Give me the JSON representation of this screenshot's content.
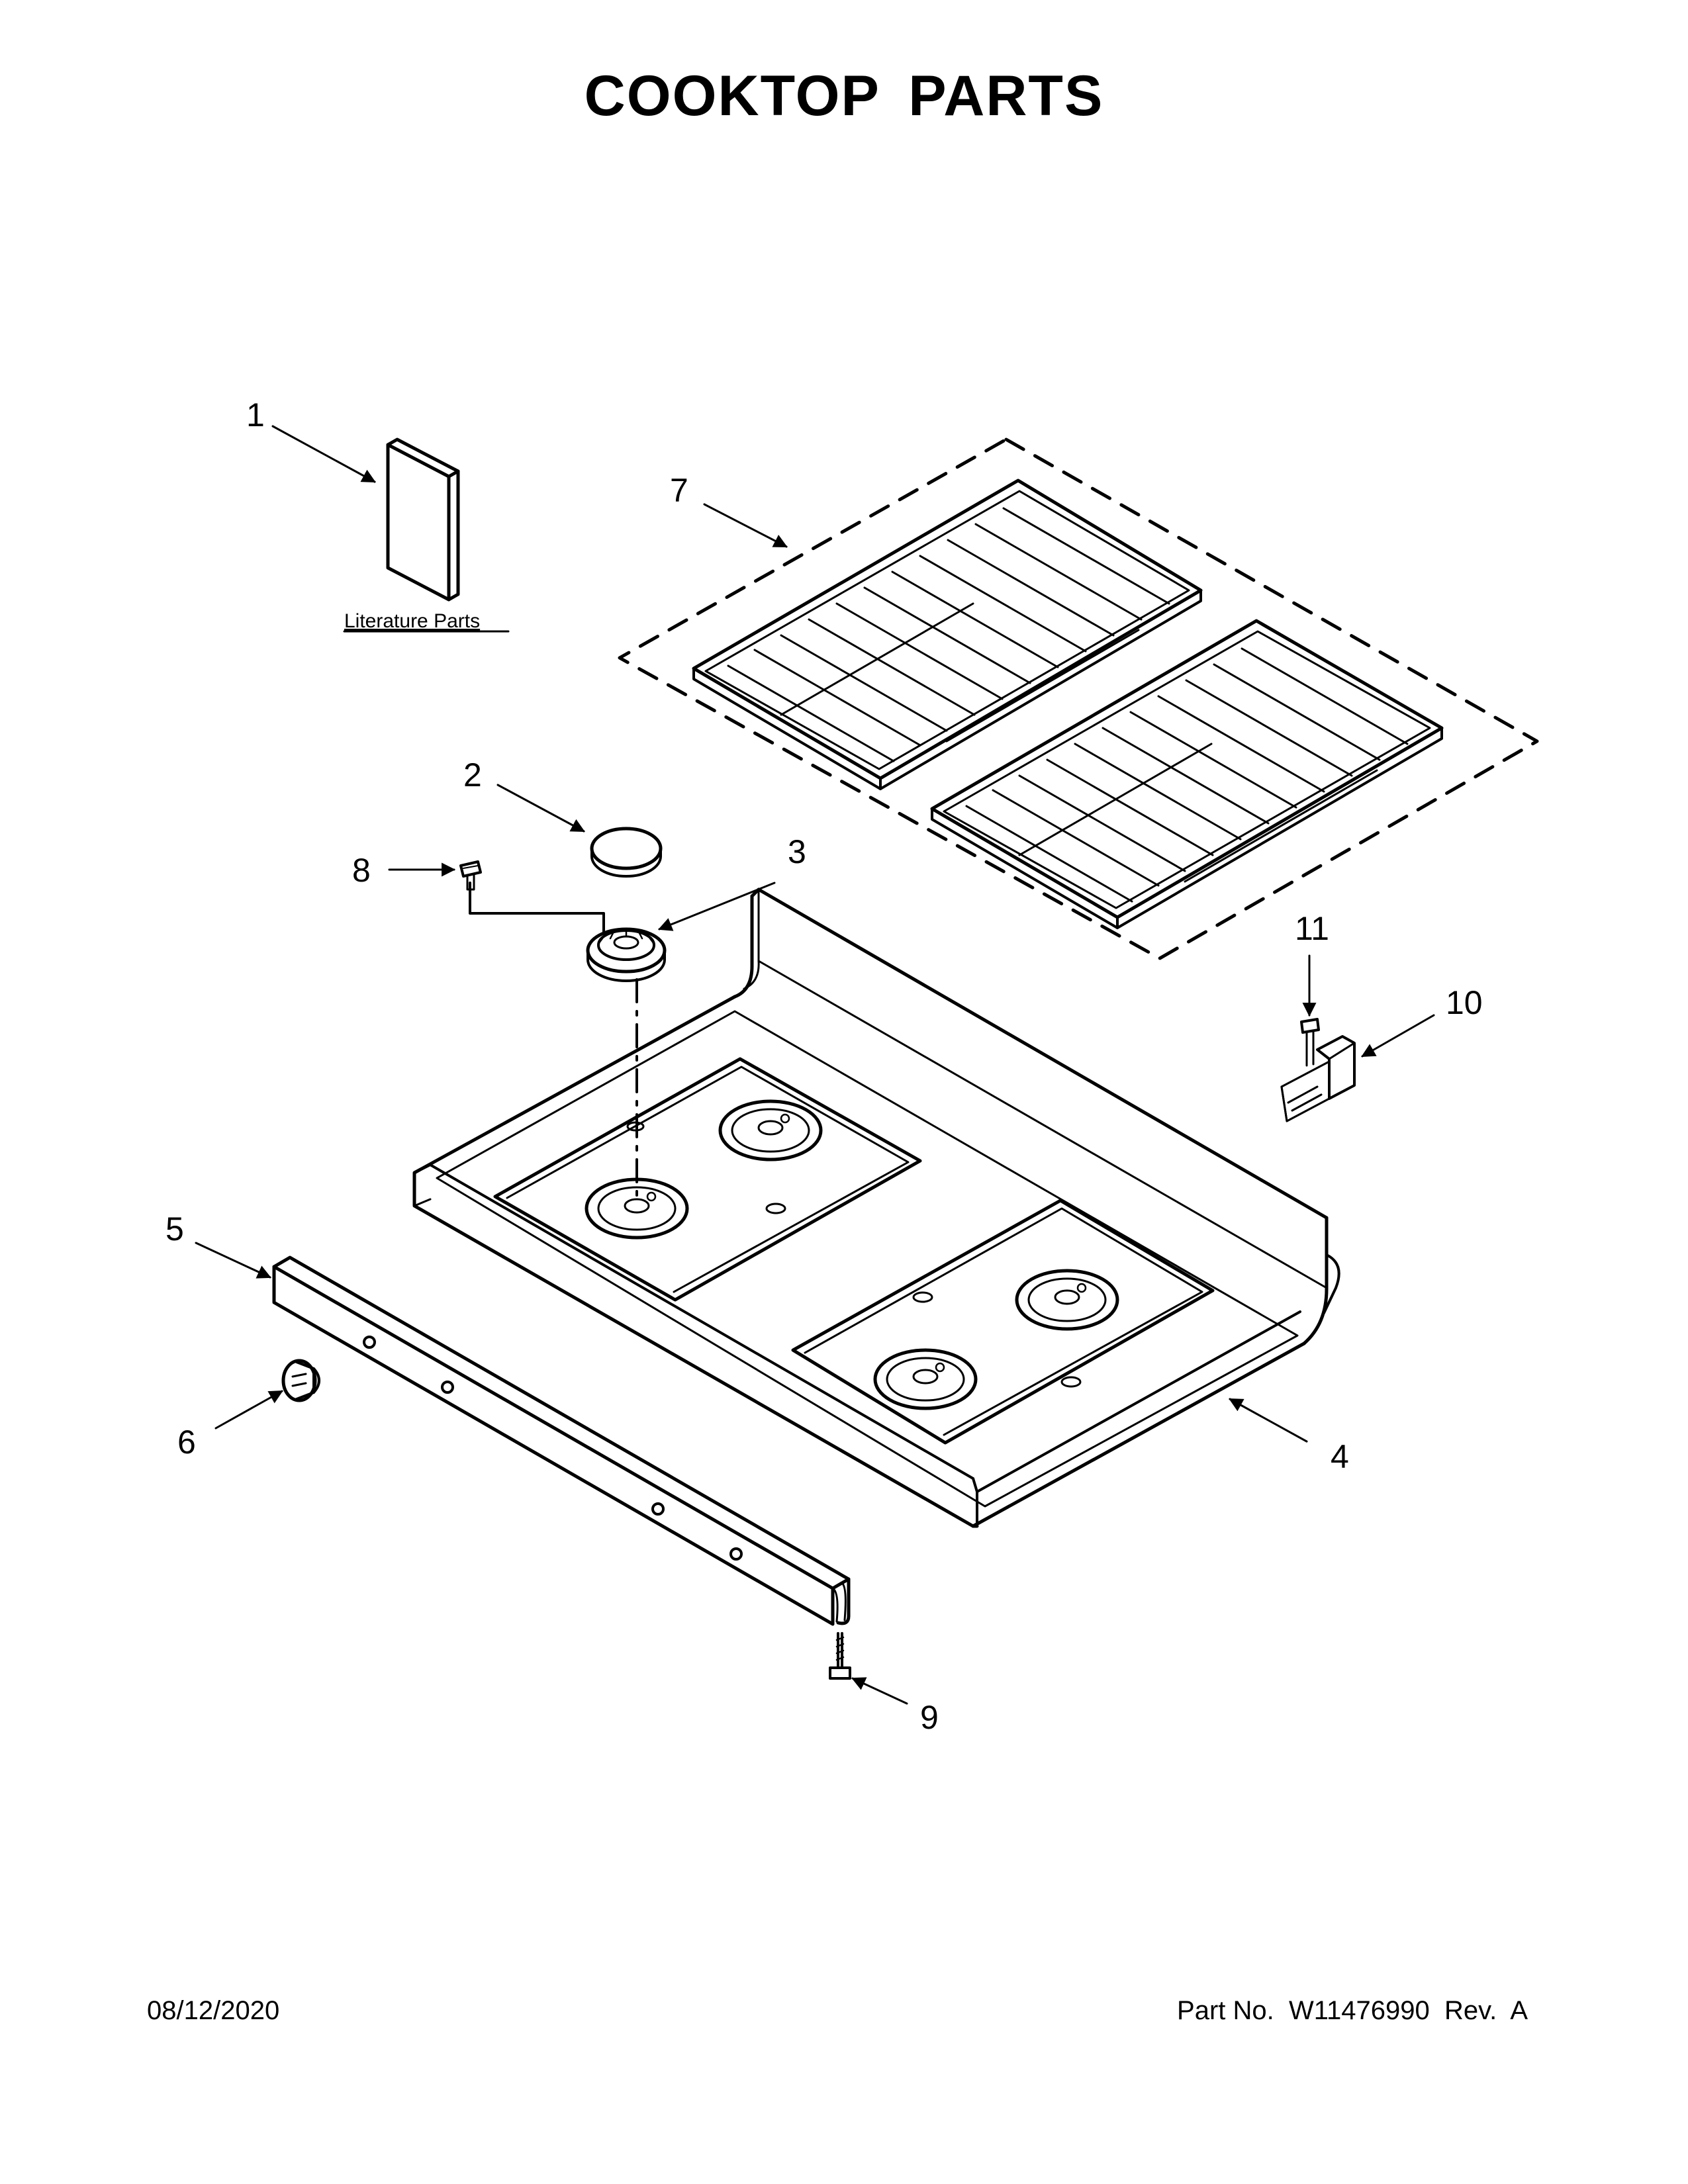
{
  "page": {
    "title": "COOKTOP PARTS",
    "date": "08/12/2020",
    "part_no_label": "Part No.",
    "part_no": "W11476990",
    "rev_label": "Rev.",
    "rev": "A"
  },
  "diagram": {
    "literature_label": "Literature Parts",
    "callouts": [
      {
        "id": "1",
        "label": "1"
      },
      {
        "id": "2",
        "label": "2"
      },
      {
        "id": "3",
        "label": "3"
      },
      {
        "id": "4",
        "label": "4"
      },
      {
        "id": "5",
        "label": "5"
      },
      {
        "id": "6",
        "label": "6"
      },
      {
        "id": "7",
        "label": "7"
      },
      {
        "id": "8",
        "label": "8"
      },
      {
        "id": "9",
        "label": "9"
      },
      {
        "id": "10",
        "label": "10"
      },
      {
        "id": "11",
        "label": "11"
      }
    ]
  },
  "style": {
    "ink": "#000000",
    "paper": "#ffffff"
  }
}
